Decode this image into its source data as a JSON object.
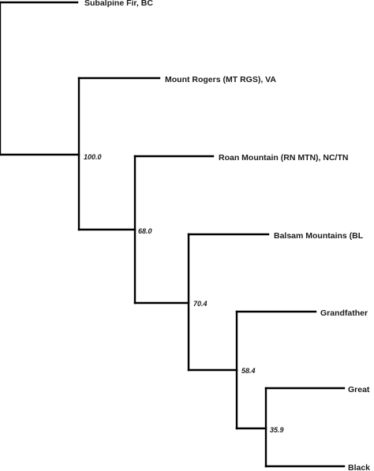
{
  "taxa": {
    "subalpine": "Subalpine Fir, BC",
    "mount_rogers": "Mount Rogers (MT RGS), VA",
    "roan": "Roan Mountain (RN MTN), NC/TN",
    "balsam": "Balsam Mountains (BL",
    "grandfather": "Grandfather",
    "great": "Great",
    "black": "Black"
  },
  "support": {
    "root": "100.0",
    "node_68": "68.0",
    "node_70": "70.4",
    "node_58": "58.4",
    "node_35": "35.9"
  },
  "colors": {
    "line": "#000000",
    "text": "#1a1a1a",
    "background": "#ffffff"
  }
}
